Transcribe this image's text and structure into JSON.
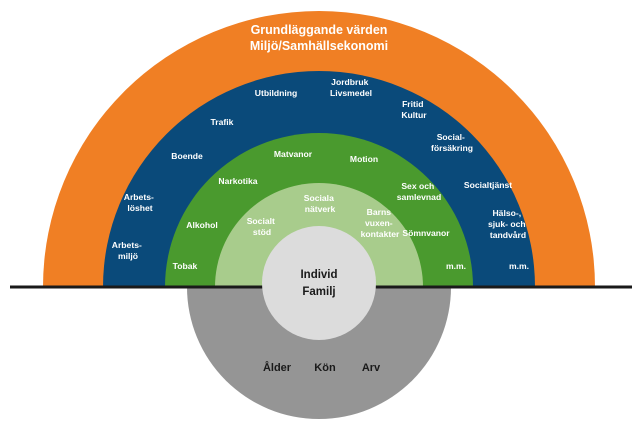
{
  "colors": {
    "orange": "#f07f24",
    "blue": "#0a4a7a",
    "green": "#4a9a2e",
    "light_green": "#a8cc8c",
    "core": "#dcdcdc",
    "gray": "#959595",
    "line": "#1a1a1a"
  },
  "outer": {
    "line1": "Grundläggande värden",
    "line2": "Miljö/Samhällsekonomi"
  },
  "blue_ring": {
    "labels": [
      {
        "lines": [
          "Arbets-",
          "miljö"
        ]
      },
      {
        "lines": [
          "Arbets-",
          "löshet"
        ]
      },
      {
        "lines": [
          "Boende"
        ]
      },
      {
        "lines": [
          "Trafik"
        ]
      },
      {
        "lines": [
          "Utbildning"
        ]
      },
      {
        "lines": [
          "Jordbruk",
          "Livsmedel"
        ]
      },
      {
        "lines": [
          "Fritid",
          "Kultur"
        ]
      },
      {
        "lines": [
          "Social-",
          "försäkring"
        ]
      },
      {
        "lines": [
          "Socialtjänst"
        ]
      },
      {
        "lines": [
          "Hälso-,",
          "sjuk- och",
          "tandvård"
        ]
      },
      {
        "lines": [
          "m.m."
        ]
      }
    ]
  },
  "green_ring": {
    "labels": [
      {
        "lines": [
          "Tobak"
        ]
      },
      {
        "lines": [
          "Alkohol"
        ]
      },
      {
        "lines": [
          "Narkotika"
        ]
      },
      {
        "lines": [
          "Matvanor"
        ]
      },
      {
        "lines": [
          "Motion"
        ]
      },
      {
        "lines": [
          "Sex och",
          "samlevnad"
        ]
      },
      {
        "lines": [
          "Sömnvanor"
        ]
      },
      {
        "lines": [
          "m.m."
        ]
      }
    ]
  },
  "light_ring": {
    "labels": [
      {
        "lines": [
          "Socialt",
          "stöd"
        ]
      },
      {
        "lines": [
          "Sociala",
          "nätverk"
        ]
      },
      {
        "lines": [
          "Barns",
          "vuxen-",
          "kontakter"
        ]
      }
    ]
  },
  "core": {
    "line1": "Individ",
    "line2": "Familj"
  },
  "bottom": {
    "labels": [
      "Ålder",
      "Kön",
      "Arv"
    ]
  }
}
